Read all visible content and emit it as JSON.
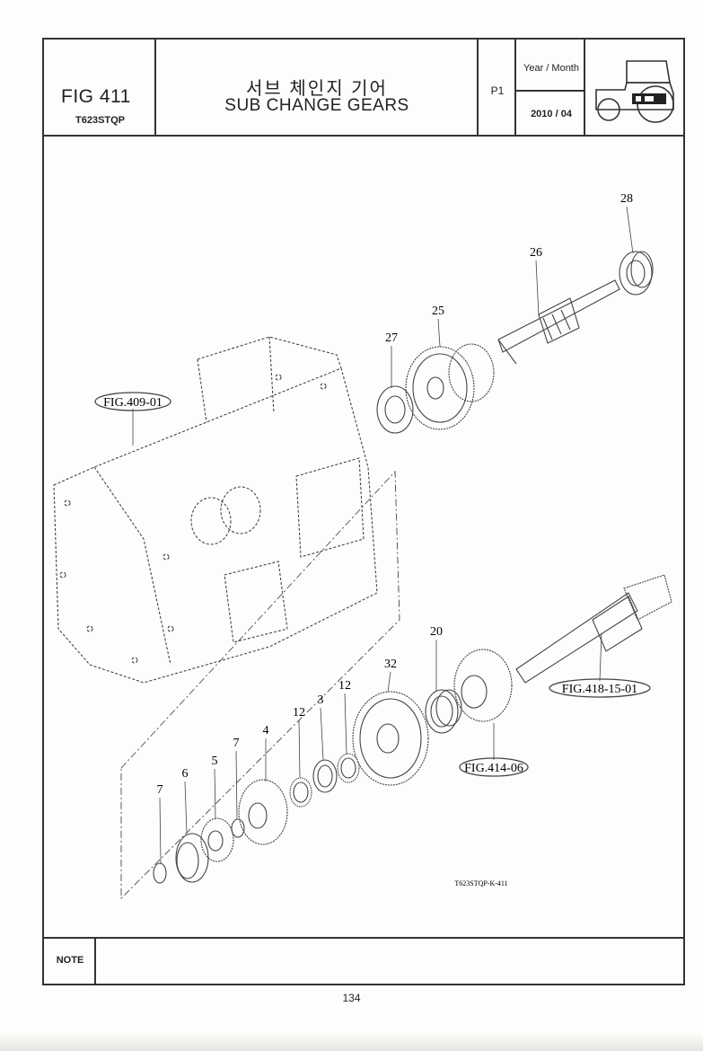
{
  "header": {
    "fig_label": "FIG 411",
    "model": "T623STQP",
    "title_korean": "서브 체인지 기어",
    "title_english": "SUB CHANGE GEARS",
    "page": "P1",
    "year_month_label": "Year / Month",
    "year_month_value": "2010 / 04"
  },
  "diagram": {
    "references": {
      "housing": "FIG.409-01",
      "pinion_shaft": "FIG.418-15-01",
      "gear": "FIG.414-06"
    },
    "parts": {
      "p28": "28",
      "p26": "26",
      "p25": "25",
      "p27": "27",
      "p20": "20",
      "p32": "32",
      "p12a": "12",
      "p3": "3",
      "p12b": "12",
      "p4": "4",
      "p7a": "7",
      "p5": "5",
      "p6": "6",
      "p7b": "7"
    },
    "drawing_code": "T623STQP-K-411"
  },
  "footer": {
    "note_label": "NOTE",
    "page_number": "134"
  }
}
